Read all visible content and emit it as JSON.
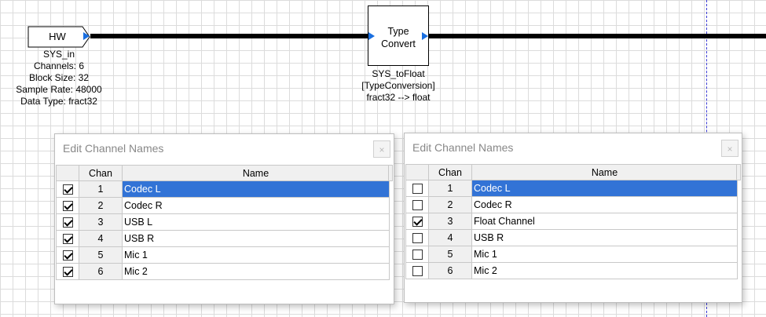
{
  "canvas": {
    "hw_block": {
      "label": "HW",
      "info": [
        "SYS_in",
        "Channels: 6",
        "Block Size: 32",
        "Sample Rate: 48000",
        "Data Type: fract32"
      ]
    },
    "type_convert_block": {
      "label": "Type\nConvert",
      "info": [
        "SYS_toFloat",
        "[TypeConversion]",
        "fract32 --> float"
      ]
    },
    "colors": {
      "wire": "#000000",
      "pin": "#1a6fe0",
      "guide": "#3b3bd6",
      "selection": "#3273d6"
    }
  },
  "dialog_left": {
    "title": "Edit Channel Names",
    "close_label": "×",
    "columns": [
      "",
      "Chan",
      "Name"
    ],
    "rows": [
      {
        "checked": true,
        "chan": "1",
        "name": "Codec L",
        "selected": true
      },
      {
        "checked": true,
        "chan": "2",
        "name": "Codec R",
        "selected": false
      },
      {
        "checked": true,
        "chan": "3",
        "name": "USB L",
        "selected": false
      },
      {
        "checked": true,
        "chan": "4",
        "name": "USB R",
        "selected": false
      },
      {
        "checked": true,
        "chan": "5",
        "name": "Mic 1",
        "selected": false
      },
      {
        "checked": true,
        "chan": "6",
        "name": "Mic 2",
        "selected": false
      }
    ]
  },
  "dialog_right": {
    "title": "Edit Channel Names",
    "close_label": "×",
    "columns": [
      "",
      "Chan",
      "Name"
    ],
    "rows": [
      {
        "checked": false,
        "chan": "1",
        "name": "Codec L",
        "selected": true
      },
      {
        "checked": false,
        "chan": "2",
        "name": "Codec R",
        "selected": false
      },
      {
        "checked": true,
        "chan": "3",
        "name": "Float Channel",
        "selected": false
      },
      {
        "checked": false,
        "chan": "4",
        "name": "USB R",
        "selected": false
      },
      {
        "checked": false,
        "chan": "5",
        "name": "Mic 1",
        "selected": false
      },
      {
        "checked": false,
        "chan": "6",
        "name": "Mic 2",
        "selected": false
      }
    ]
  }
}
